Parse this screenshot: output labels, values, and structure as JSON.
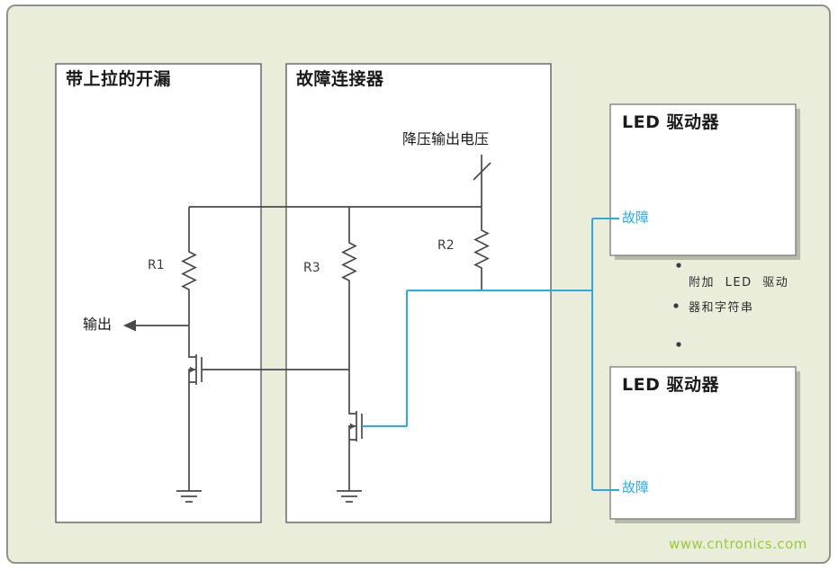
{
  "colors": {
    "panel_background": "#e9edd9",
    "panel_border": "#8f948a",
    "box_border": "#606060",
    "wire": "#4a4a4a",
    "fault_accent": "#29abe2",
    "watermark_green": "#99ca3c"
  },
  "open_drain_box": {
    "title": "带上拉的开漏",
    "r1_label": "R1",
    "output_label": "输出"
  },
  "fault_connector_box": {
    "title": "故障连接器",
    "buck_voltage_label": "降压输出电压",
    "r2_label": "R2",
    "r3_label": "R3"
  },
  "led_driver_top": {
    "title": "LED 驱动器",
    "fault_label": "故障"
  },
  "led_driver_bottom": {
    "title": "LED 驱动器",
    "fault_label": "故障"
  },
  "additional_note": {
    "line1": "附加 LED 驱动",
    "line2": "器和字符串"
  },
  "watermark": "www.cntronics.com"
}
